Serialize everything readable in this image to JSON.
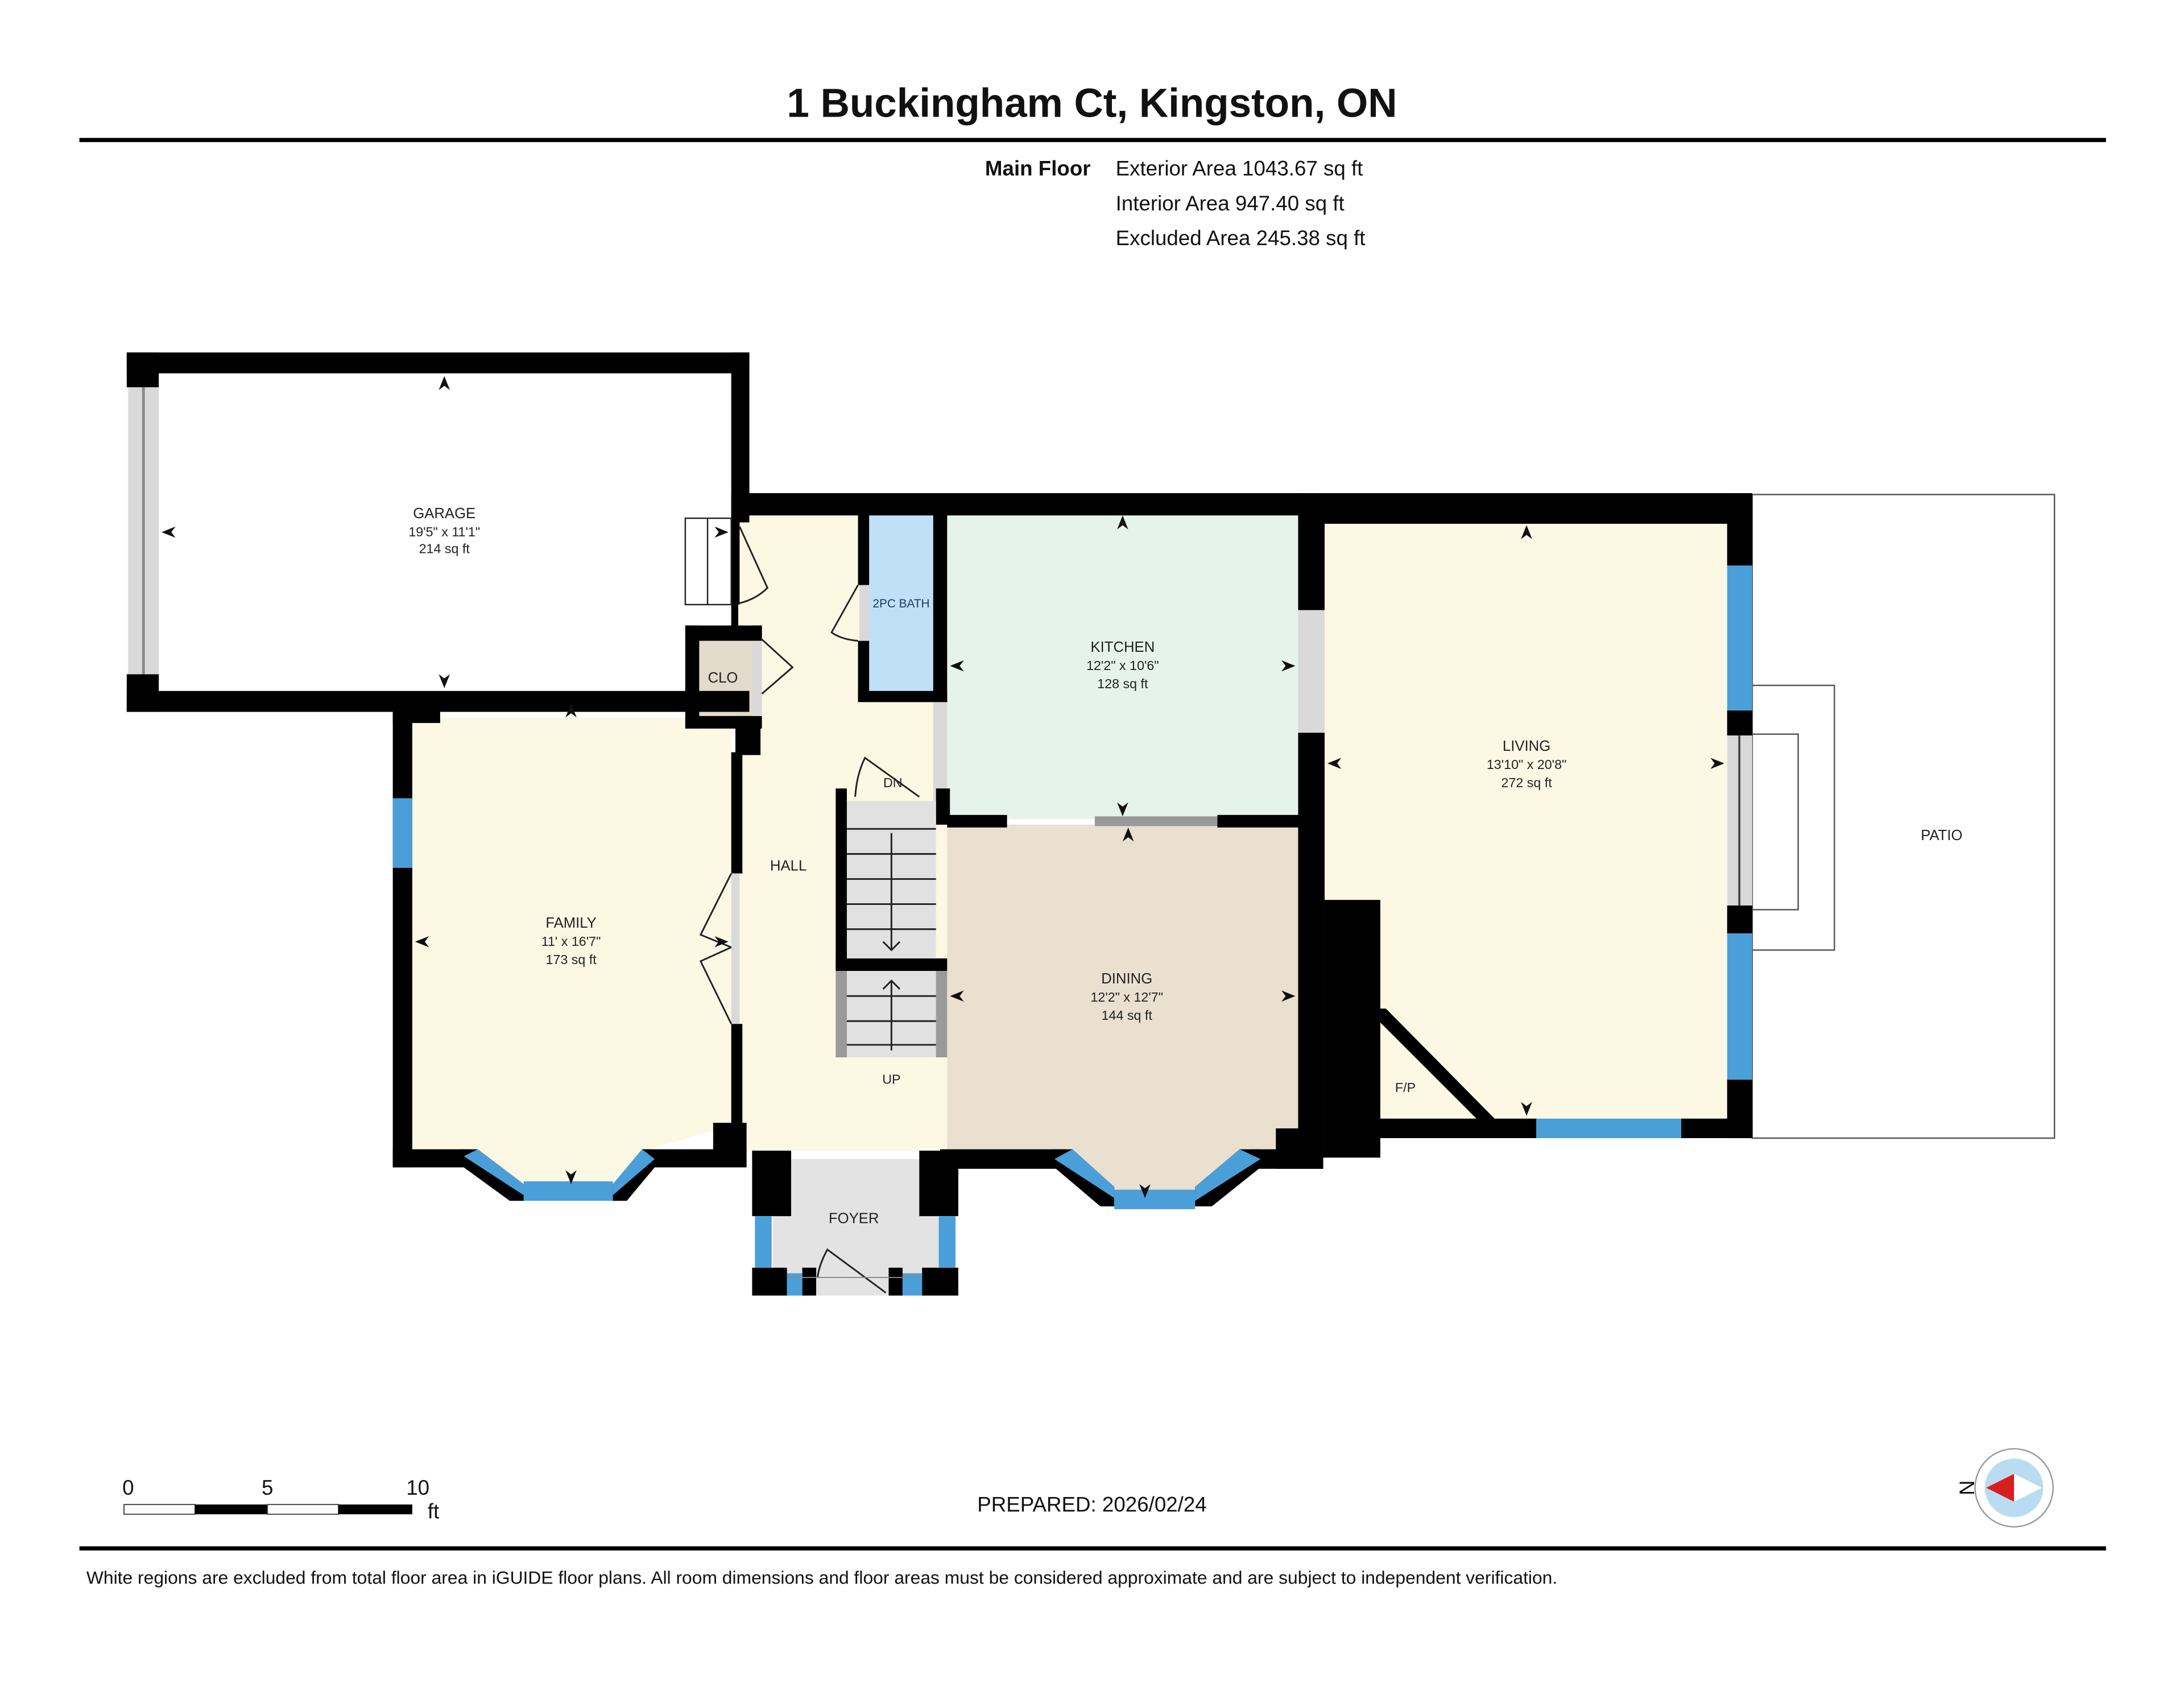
{
  "header": {
    "title": "1 Buckingham Ct, Kingston, ON",
    "floor_label": "Main Floor",
    "areas": [
      "Exterior Area 1043.67 sq ft",
      "Interior Area 947.40 sq ft",
      "Excluded Area 245.38 sq ft"
    ]
  },
  "rooms": {
    "garage": {
      "name": "GARAGE",
      "dims": "19'5\" x 11'1\"",
      "area": "214 sq ft",
      "color": "#ffffff"
    },
    "kitchen": {
      "name": "KITCHEN",
      "dims": "12'2\" x 10'6\"",
      "area": "128 sq ft",
      "color": "#e6f3ec"
    },
    "living": {
      "name": "LIVING",
      "dims": "13'10\" x 20'8\"",
      "area": "272 sq ft",
      "color": "#fdf8e4"
    },
    "family": {
      "name": "FAMILY",
      "dims": "11' x 16'7\"",
      "area": "173 sq ft",
      "color": "#fdf8e4"
    },
    "dining": {
      "name": "DINING",
      "dims": "12'2\" x 12'7\"",
      "area": "144 sq ft",
      "color": "#e9e0d0"
    },
    "hall": {
      "name": "HALL",
      "color": "#fdf8e4"
    },
    "bath": {
      "name": "2PC BATH",
      "color": "#bfe0f7"
    },
    "closet": {
      "name": "CLO",
      "color": "#e2dacb"
    },
    "foyer": {
      "name": "FOYER",
      "color": "#e3e3e3"
    },
    "patio": {
      "name": "PATIO"
    },
    "fireplace": {
      "name": "F/P"
    }
  },
  "stairs": {
    "down_label": "DN",
    "up_label": "UP"
  },
  "scale_bar": {
    "labels": [
      "0",
      "5",
      "10"
    ],
    "unit": "ft"
  },
  "prepared": "PREPARED: 2026/02/24",
  "compass": {
    "label": "N",
    "icon": "north-arrow-icon"
  },
  "footer": {
    "disclaimer": "White regions are excluded from total floor area in iGUIDE floor plans. All room dimensions and floor areas must be considered approximate and are subject to independent verification."
  },
  "colors": {
    "wall": "#000000",
    "window": "#4a9fd8",
    "opening": "#d9d9d9",
    "compass_needle": "#d81f1f",
    "compass_face": "#b9dcf2"
  }
}
